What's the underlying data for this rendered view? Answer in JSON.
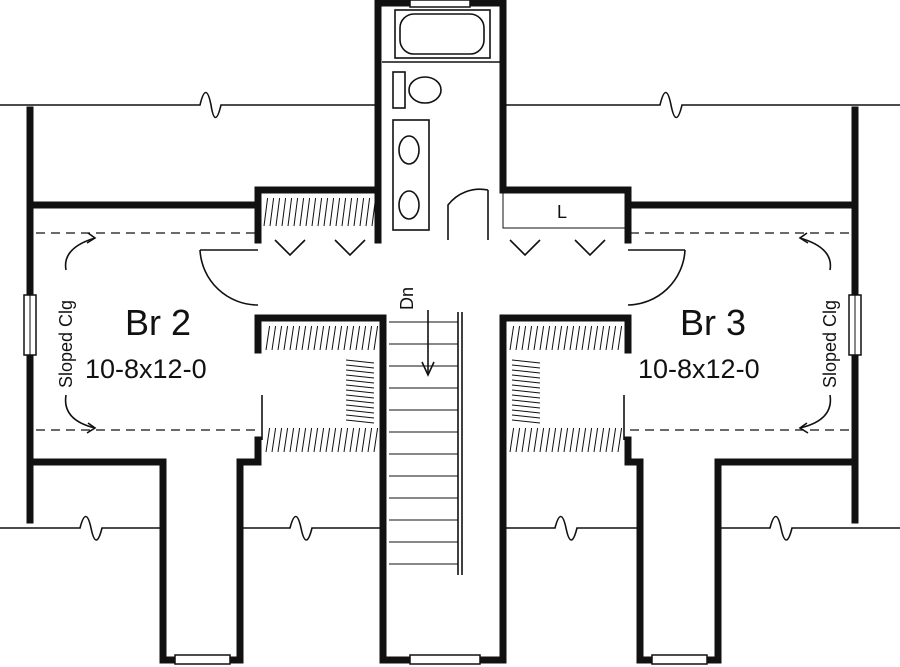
{
  "rooms": {
    "br2": {
      "name": "Br 2",
      "size": "10-8x12-0"
    },
    "br3": {
      "name": "Br 3",
      "size": "10-8x12-0"
    }
  },
  "ceiling_notes": {
    "left": "Sloped Clg",
    "right": "Sloped Clg"
  },
  "stair_label": "Dn",
  "linen_label": "L"
}
